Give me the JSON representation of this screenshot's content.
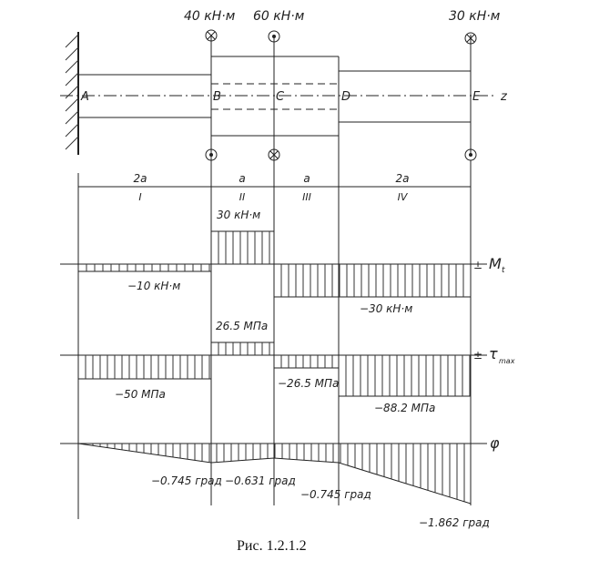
{
  "torques": {
    "b": "40 кН·м",
    "c": "60 кН·м",
    "e": "30 кН·м"
  },
  "points": {
    "a": "A",
    "b": "B",
    "c": "C",
    "d": "D",
    "e": "E",
    "axis_z": "z"
  },
  "segments": [
    {
      "length": "2a",
      "roman": "I"
    },
    {
      "length": "a",
      "roman": "II"
    },
    {
      "length": "a",
      "roman": "III"
    },
    {
      "length": "2a",
      "roman": "IV"
    }
  ],
  "torque_diagram": {
    "axis_label": "M",
    "axis_sub": "t",
    "sign": "±",
    "values": {
      "seg1": "−10 кН·м",
      "seg2": "30 кН·м",
      "seg4": "−30 кН·м"
    }
  },
  "stress_diagram": {
    "axis_label": "τ",
    "axis_sub": "max",
    "sign": "±",
    "values": {
      "seg1": "−50 МПа",
      "seg2": "26.5 МПа",
      "seg3": "−26.5 МПа",
      "seg4": "−88.2 МПа"
    }
  },
  "angle_diagram": {
    "axis_label": "φ",
    "values": {
      "b": "−0.745 град",
      "c": "−0.631 град",
      "d": "−0.745 град",
      "e": "−1.862 град"
    }
  },
  "caption": "Рис. 1.2.1.2"
}
